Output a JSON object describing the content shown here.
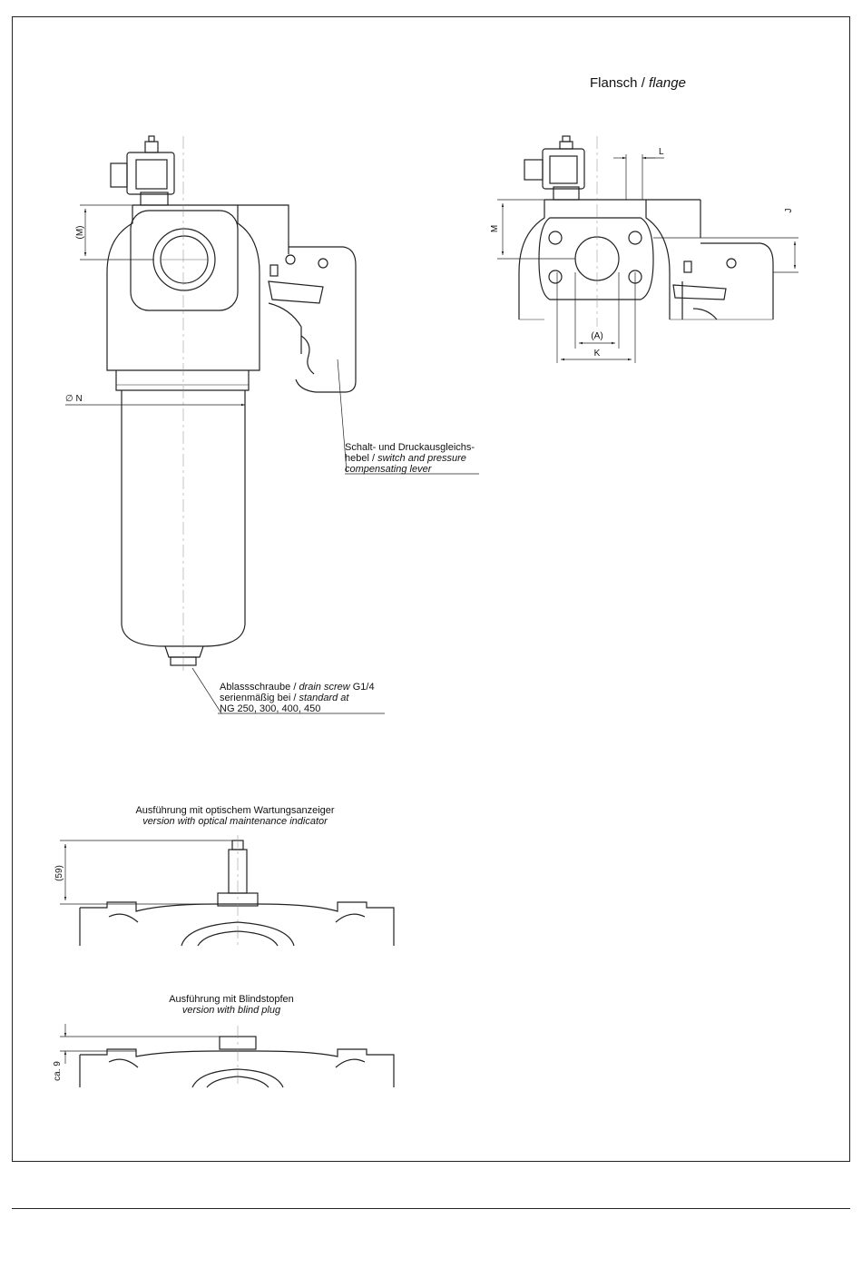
{
  "flange_view": {
    "title_de": "Flansch",
    "title_sep": " / ",
    "title_en": "flange",
    "dims": {
      "L": "L",
      "J": "J",
      "M": "M",
      "A": "(A)",
      "K": "K"
    }
  },
  "main_view": {
    "dim_M": "(M)",
    "dim_N": "∅ N",
    "lever_note": {
      "line1": "Schalt- und Druckausgleichs-",
      "line2_de": "hebel / ",
      "line2_en": "switch and pressure",
      "line3_en": "compensating lever"
    },
    "drain_note": {
      "line1_de": "Ablassschraube / ",
      "line1_en": "drain screw",
      "line1_tail": " G1/4",
      "line2_de": "serienmäßig bei / ",
      "line2_en": "standard at",
      "line3": "NG 250, 300, 400, 450"
    }
  },
  "optical_view": {
    "title_de": "Ausführung mit optischem Wartungsanzeiger",
    "title_en": "version with optical maintenance indicator",
    "dim": "(59)"
  },
  "blind_view": {
    "title_de": "Ausführung mit Blindstopfen",
    "title_en": "version with blind plug",
    "dim": "ca. 9"
  }
}
